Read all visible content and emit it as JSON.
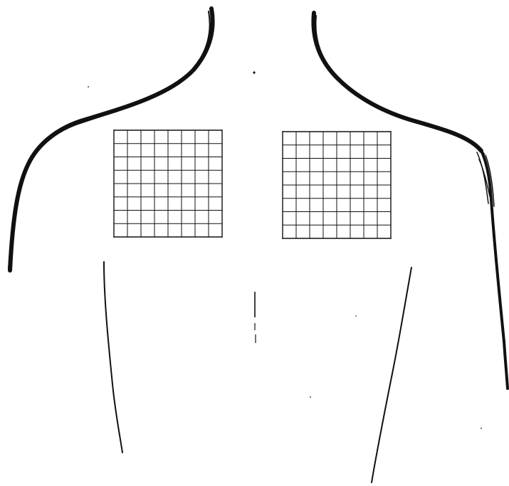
{
  "colors": {
    "ink": "#111111",
    "paper": "#ffffff"
  },
  "grids": [
    {
      "name": "left-shoulder-grid",
      "columns": 8,
      "rows": 8
    },
    {
      "name": "right-shoulder-grid",
      "columns": 8,
      "rows": 8
    }
  ]
}
